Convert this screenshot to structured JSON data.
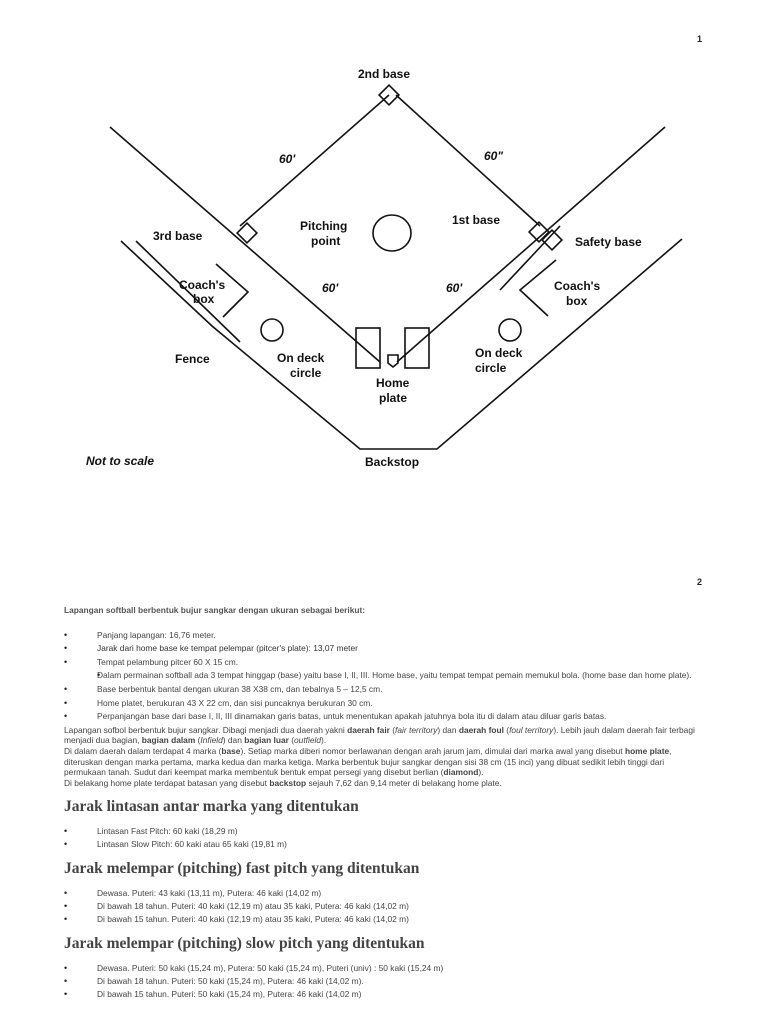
{
  "page_numbers": {
    "first": "1",
    "second": "2"
  },
  "diagram": {
    "labels": {
      "second_base": "2nd base",
      "first_base": "1st base",
      "third_base": "3rd base",
      "safety_base": "Safety base",
      "pitching_point_1": "Pitching",
      "pitching_point_2": "point",
      "dist_top_left": "60'",
      "dist_top_right": "60\"",
      "dist_bottom_left": "60'",
      "dist_bottom_right": "60'",
      "coach_box_left_1": "Coach's",
      "coach_box_left_2": "box",
      "coach_box_right_1": "Coach's",
      "coach_box_right_2": "box",
      "fence": "Fence",
      "on_deck_left_1": "On deck",
      "on_deck_left_2": "circle",
      "on_deck_right_1": "On deck",
      "on_deck_right_2": "circle",
      "home_plate_1": "Home",
      "home_plate_2": "plate",
      "backstop": "Backstop",
      "not_to_scale": "Not to scale"
    }
  },
  "content": {
    "intro": "Lapangan softball berbentuk bujur sangkar dengan ukuran sebagai berikut:",
    "spec_items": [
      "Panjang lapangan:  16,76 meter.",
      "Jarak dari home base ke tempat pelempar (pitcer's plate): 13,07 meter",
      "Tempat pelambung pitcer  60 X 15 cm.",
      "Dalam permainan softball ada 3 tempat hinggap (base) yaitu base I, II, III. Home base, yaitu tempat tempat pemain memukul bola. (home base dan home plate).",
      "Base berbentuk bantal dengan ukuran 38 X38 cm, dan tebalnya 5 – 12,5 cm.",
      "Home platet, berukuran 43 X 22 cm, dan sisi puncaknya berukuran 30 cm.",
      "Perpanjangan base dari base I, II, III dinamakan garis batas, untuk menentukan apakah jatuhnya bola itu di dalam atau diluar garis batas."
    ],
    "para1": {
      "a": "Lapangan sofbol berbentuk bujur sangkar. Dibagi menjadi dua daerah yakni ",
      "b": "daerah fair",
      "c": " (",
      "d": "fair territory",
      "e": ") dan ",
      "f": "daerah foul",
      "g": " (",
      "h": "foul territory",
      "i": "). Lebih jauh dalam daerah fair terbagi menjadi dua bagian, ",
      "j": "bagian dalam",
      "k": " (",
      "l": "Infield",
      "m": ") dan ",
      "n": "bagian luar",
      "o": " (",
      "p": "outfield",
      "q": ")."
    },
    "para2": {
      "a": "Di dalam daerah dalam terdapat 4 marka (",
      "b": "base",
      "c": "). Setiap marka diberi nomor berlawanan dengan arah jarum jam, dimulai dari marka awal yang disebut ",
      "d": "home plate",
      "e": ", diteruskan dengan marka pertama, marka kedua dan marka ketiga. Marka berbentuk bujur sangkar dengan sisi 38 cm (15 inci) yang dibuat sedikit lebih tinggi dari permukaan tanah. Sudut dari keempat marka membentuk bentuk empat persegi yang disebut berlian (",
      "f": "diamond",
      "g": ")."
    },
    "para3": {
      "a": "Di belakang home plate terdapat batasan yang disebut ",
      "b": "backstop",
      "c": " sejauh 7,62 dan 9,14 meter di belakang home plate."
    },
    "sections": [
      {
        "title": "Jarak lintasan antar marka yang ditentukan",
        "items": [
          "Lintasan Fast Pitch: 60 kaki (18,29 m)",
          "Lintasan Slow Pitch: 60 kaki atau 65 kaki (19,81 m)"
        ]
      },
      {
        "title": "Jarak melempar (pitching) fast pitch yang ditentukan",
        "items": [
          "Dewasa. Puteri: 43 kaki (13,11 m), Putera: 46 kaki (14,02 m)",
          "Di bawah 18 tahun. Puteri: 40 kaki (12,19 m) atau 35 kaki, Putera: 46 kaki (14,02 m)",
          "Di bawah 15 tahun. Puteri: 40 kaki (12,19 m) atau 35 kaki, Putera: 46 kaki (14,02 m)"
        ]
      },
      {
        "title": "Jarak melempar (pitching) slow pitch yang ditentukan",
        "items": [
          "Dewasa. Puteri: 50 kaki (15,24 m), Putera: 50 kaki (15,24 m), Puteri (univ)     : 50 kaki (15,24 m)",
          "Di bawah 18 tahun. Puteri: 50 kaki (15,24 m), Putera: 46 kaki (14,02 m).",
          "Di bawah 15 tahun. Puteri: 50 kaki (15,24 m), Putera: 46 kaki (14,02 m)"
        ]
      }
    ]
  }
}
